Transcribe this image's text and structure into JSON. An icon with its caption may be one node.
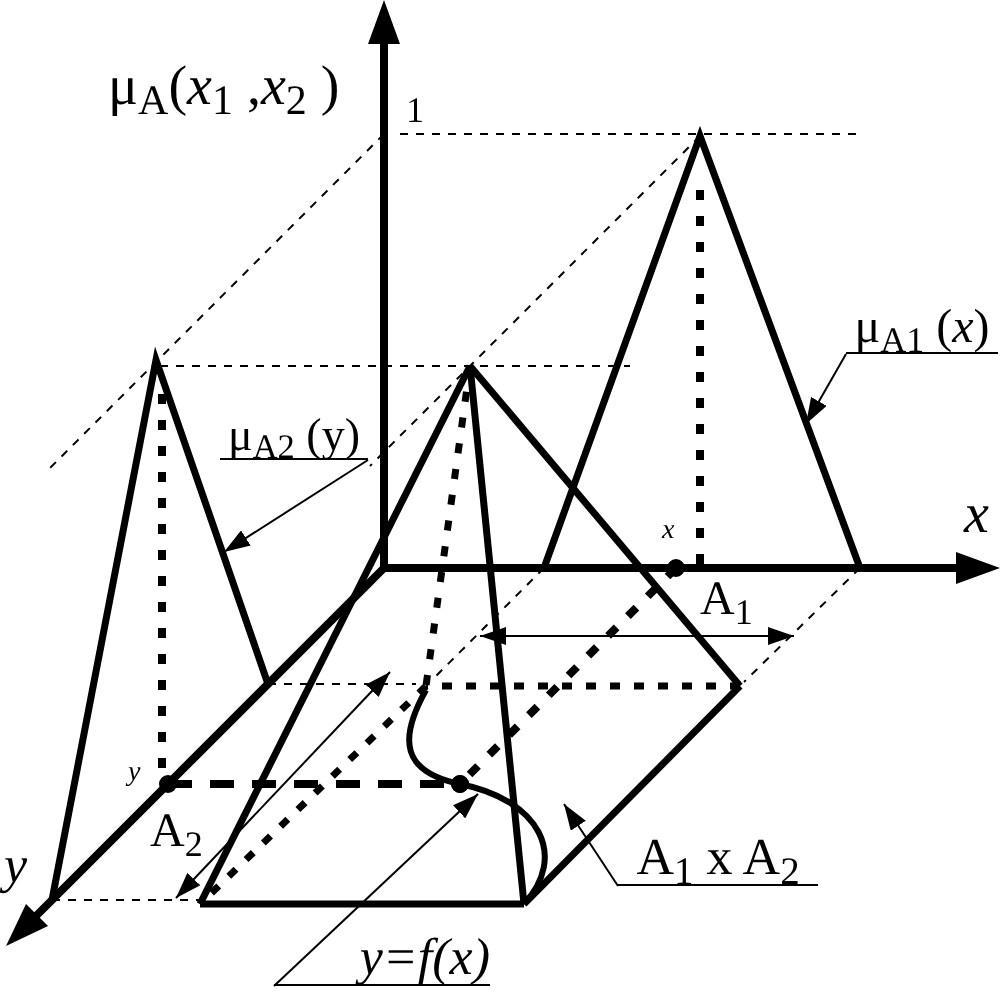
{
  "diagram": {
    "nodes": [
      {
        "text": [
          "μ$_{A1}$ (*x*)"
        ]
      },
      {
        "text": [],
        "shape": "triangle"
      },
      {
        "text": [
          "μ$_{A2}$ (y)"
        ]
      },
      {
        "text": [],
        "shape": "triangle"
      },
      {
        "text": [],
        "shape": "parallelogram"
      },
      {
        "text": [
          "A$_{1}$ x A$_{2}$"
        ]
      },
      {
        "text": [],
        "shape": "curve",
        "in": 4
      },
      {
        "text": [
          "y=f(x)"
        ]
      }
    ],
    "edges": [
      {
        "from": 0,
        "to": 1,
        "arrow": "to"
      },
      {
        "from": 2,
        "to": 3,
        "arrow": "to"
      },
      {
        "from": 5,
        "to": 4,
        "arrow": "to"
      },
      {
        "from": 7,
        "to": 6,
        "arrow": "to"
      },
      {
        "from": 1,
        "to": 6,
        "arrow": "other",
        "style": "dashed"
      },
      {
        "from": 3,
        "to": 6,
        "arrow": "other",
        "style": "dashed"
      }
    ],
    "labels": [
      "μ$_{A}$(*x*$_{1}$ ,*x*$_{2}$ )",
      "1",
      "x",
      "x",
      "A$_{1}$",
      "y",
      "A$_{2}$",
      "y"
    ]
  }
}
